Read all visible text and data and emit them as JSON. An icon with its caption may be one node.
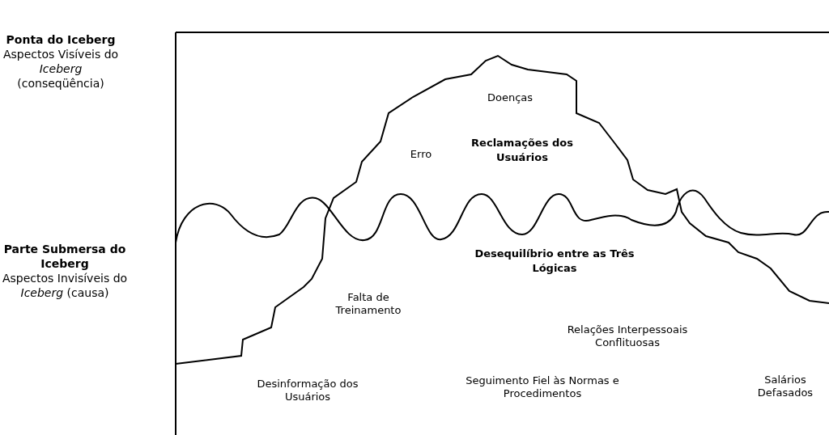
{
  "diagram": {
    "labels": [
      "Ponta do Iceberg",
      "Aspectos Visíveis do *Iceberg* (conseqüência)",
      "Parte Submersa do Iceberg",
      "Aspectos Invisíveis do *Iceberg* (causa)",
      "Doenças",
      "Erro",
      "Reclamações dos Usuários",
      "Desequilíbrio entre as Três Lógicas",
      "Falta de Treinamento",
      "Relações Interpessoais Conflituosas",
      "Desinformação dos Usuários",
      "Seguimento Fiel às Normas e Procedimentos",
      "Salários Defasados"
    ]
  }
}
